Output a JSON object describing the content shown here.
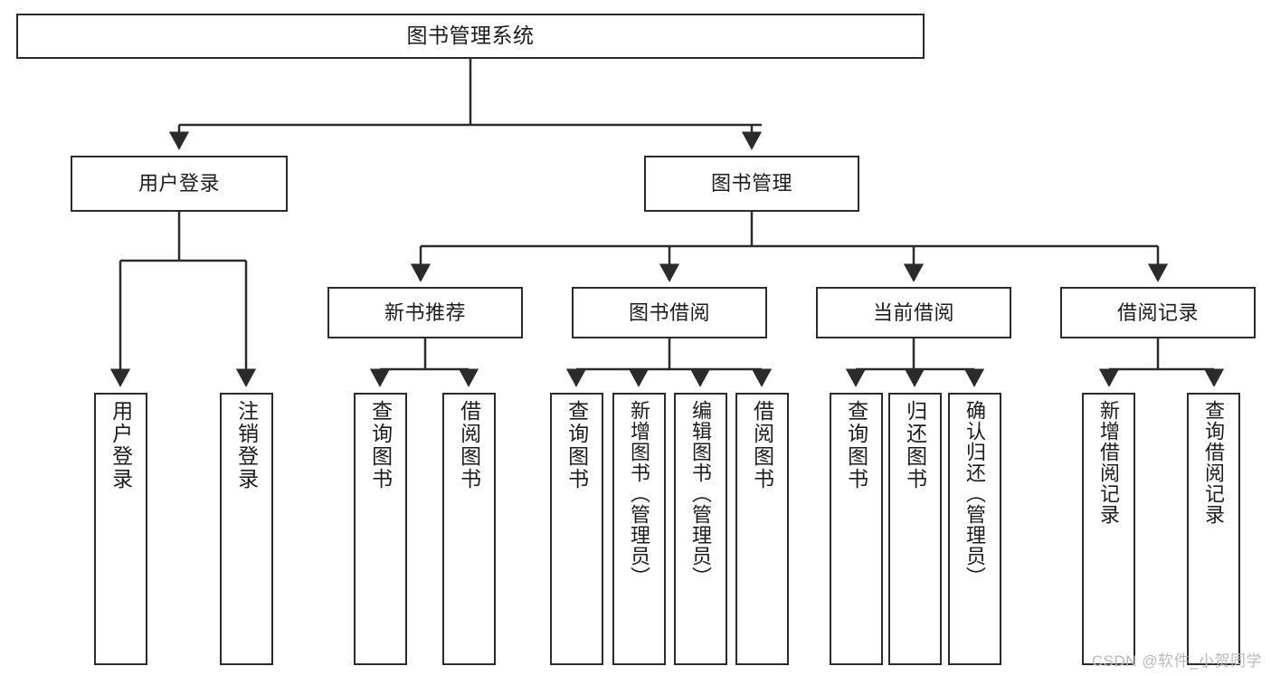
{
  "diagram": {
    "title": "图书管理系统",
    "type": "tree-hierarchy-chart",
    "accent_color": "#2b2b2b",
    "background_color": "#ffffff",
    "watermark": "CSDN @软件_小贺同学",
    "levels": {
      "root": {
        "label": "图书管理系统"
      },
      "level1": [
        {
          "label": "用户登录"
        },
        {
          "label": "图书管理"
        }
      ],
      "level2": [
        {
          "label": "新书推荐"
        },
        {
          "label": "图书借阅"
        },
        {
          "label": "当前借阅"
        },
        {
          "label": "借阅记录"
        }
      ],
      "leaves": {
        "user_login": [
          {
            "label": "用户登录"
          },
          {
            "label": "注销登录"
          }
        ],
        "new_book_recommend": [
          {
            "label": "查询图书"
          },
          {
            "label": "借阅图书"
          }
        ],
        "book_borrow": [
          {
            "label": "查询图书"
          },
          {
            "label": "新增图书（管理员）"
          },
          {
            "label": "编辑图书（管理员）"
          },
          {
            "label": "借阅图书"
          }
        ],
        "current_borrow": [
          {
            "label": "查询图书"
          },
          {
            "label": "归还图书"
          },
          {
            "label": "确认归还（管理员）"
          }
        ],
        "borrow_record": [
          {
            "label": "新增借阅记录"
          },
          {
            "label": "查询借阅记录"
          }
        ]
      }
    }
  }
}
